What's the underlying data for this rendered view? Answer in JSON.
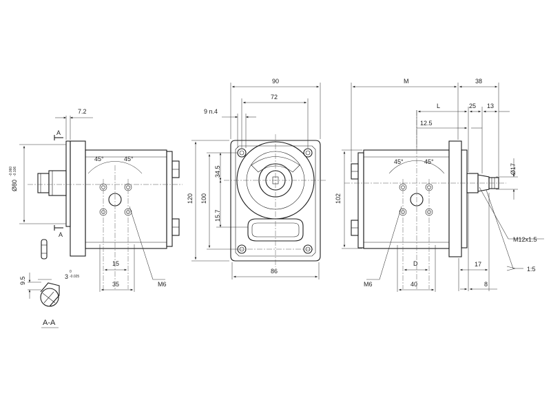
{
  "drawing": {
    "side_view": {
      "dims": {
        "flange_thickness": "7.2",
        "pilot_diameter": "Ø80",
        "pilot_tol_upper": "-0.060",
        "pilot_tol_lower": "-0.106",
        "section_mark_top": "A",
        "section_mark_bottom": "A",
        "port_spacing": "15",
        "port_offset": "35",
        "angle_left": "45°",
        "angle_right": "45°",
        "thread": "M6"
      }
    },
    "section_view": {
      "title": "A-A",
      "key_height": "9.5",
      "key_width": "3",
      "key_tol_upper": "0",
      "key_tol_lower": "-0.025"
    },
    "front_view": {
      "dims": {
        "overall_width": "90",
        "hole_spacing_top": "72",
        "hole_spec": "9 n.4",
        "height_outer": "120",
        "height_holes": "100",
        "upper_offset": "34.5",
        "lower_offset": "15.7",
        "bottom_width": "86"
      }
    },
    "rear_view": {
      "dims": {
        "length_m": "M",
        "shaft_length": "38",
        "length_l": "L",
        "dim_25": "25",
        "dim_13": "13",
        "dim_12_5": "12.5",
        "shaft_diameter": "Ø17",
        "height": "102",
        "angle_left": "45°",
        "angle_right": "45°",
        "thread_shaft": "M12x1.5",
        "taper": "1:5",
        "dim_17": "17",
        "dim_8": "8",
        "port_d": "D",
        "port_40": "40",
        "thread": "M6"
      }
    }
  }
}
